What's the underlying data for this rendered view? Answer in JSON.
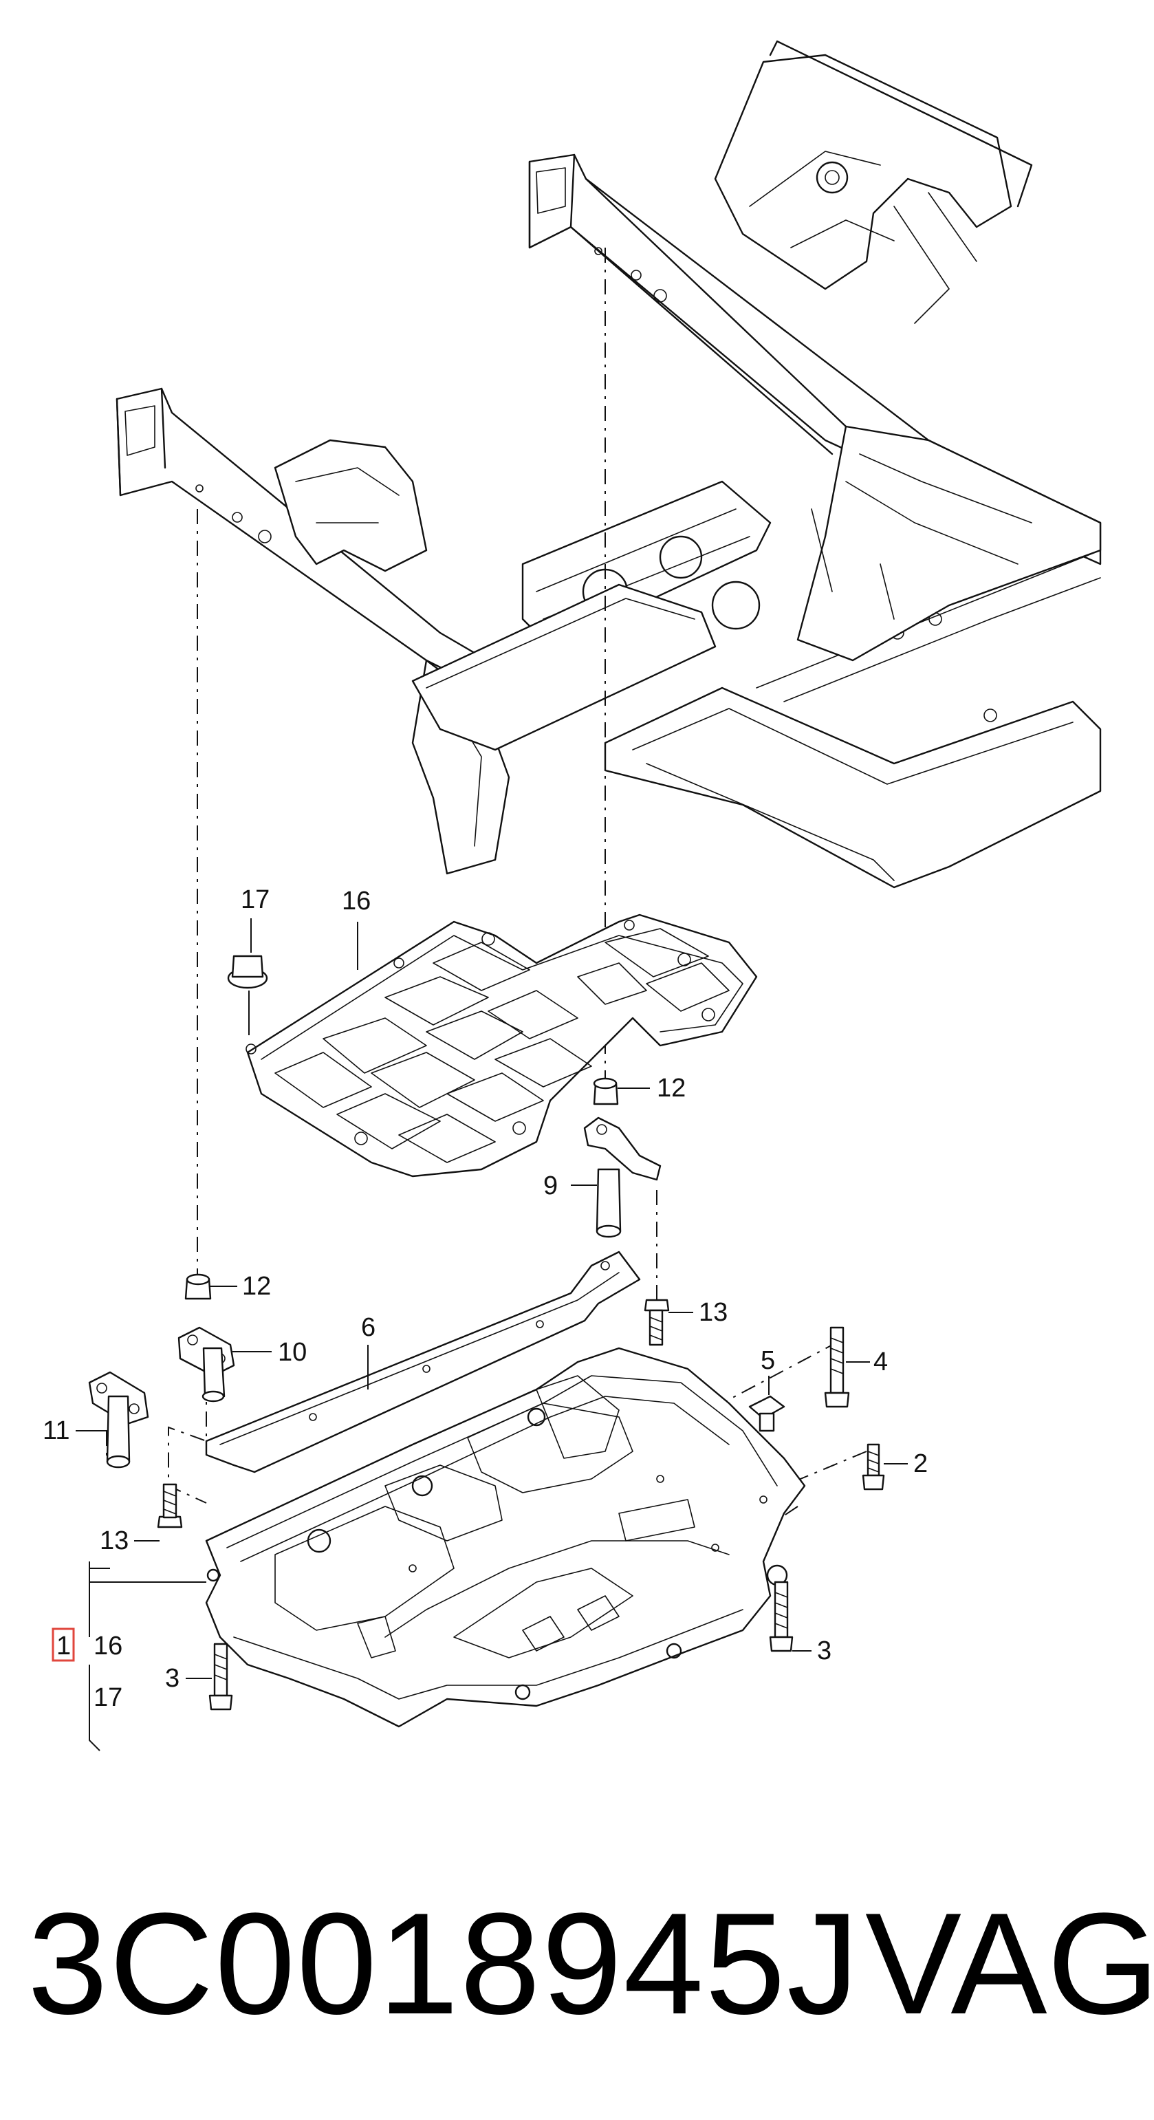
{
  "callouts": {
    "c1": "1",
    "c2": "2",
    "c3a": "3",
    "c3b": "3",
    "c4": "4",
    "c5": "5",
    "c6": "6",
    "c9": "9",
    "c10": "10",
    "c11": "11",
    "c12a": "12",
    "c12b": "12",
    "c13a": "13",
    "c13b": "13",
    "c16a": "16",
    "c16b": "16",
    "c17a": "17",
    "c17b": "17"
  },
  "part_number": "3C0018945J",
  "brand": "VAG",
  "colors": {
    "line": "#111111",
    "highlight_box": "#e0463c",
    "background": "#ffffff"
  }
}
